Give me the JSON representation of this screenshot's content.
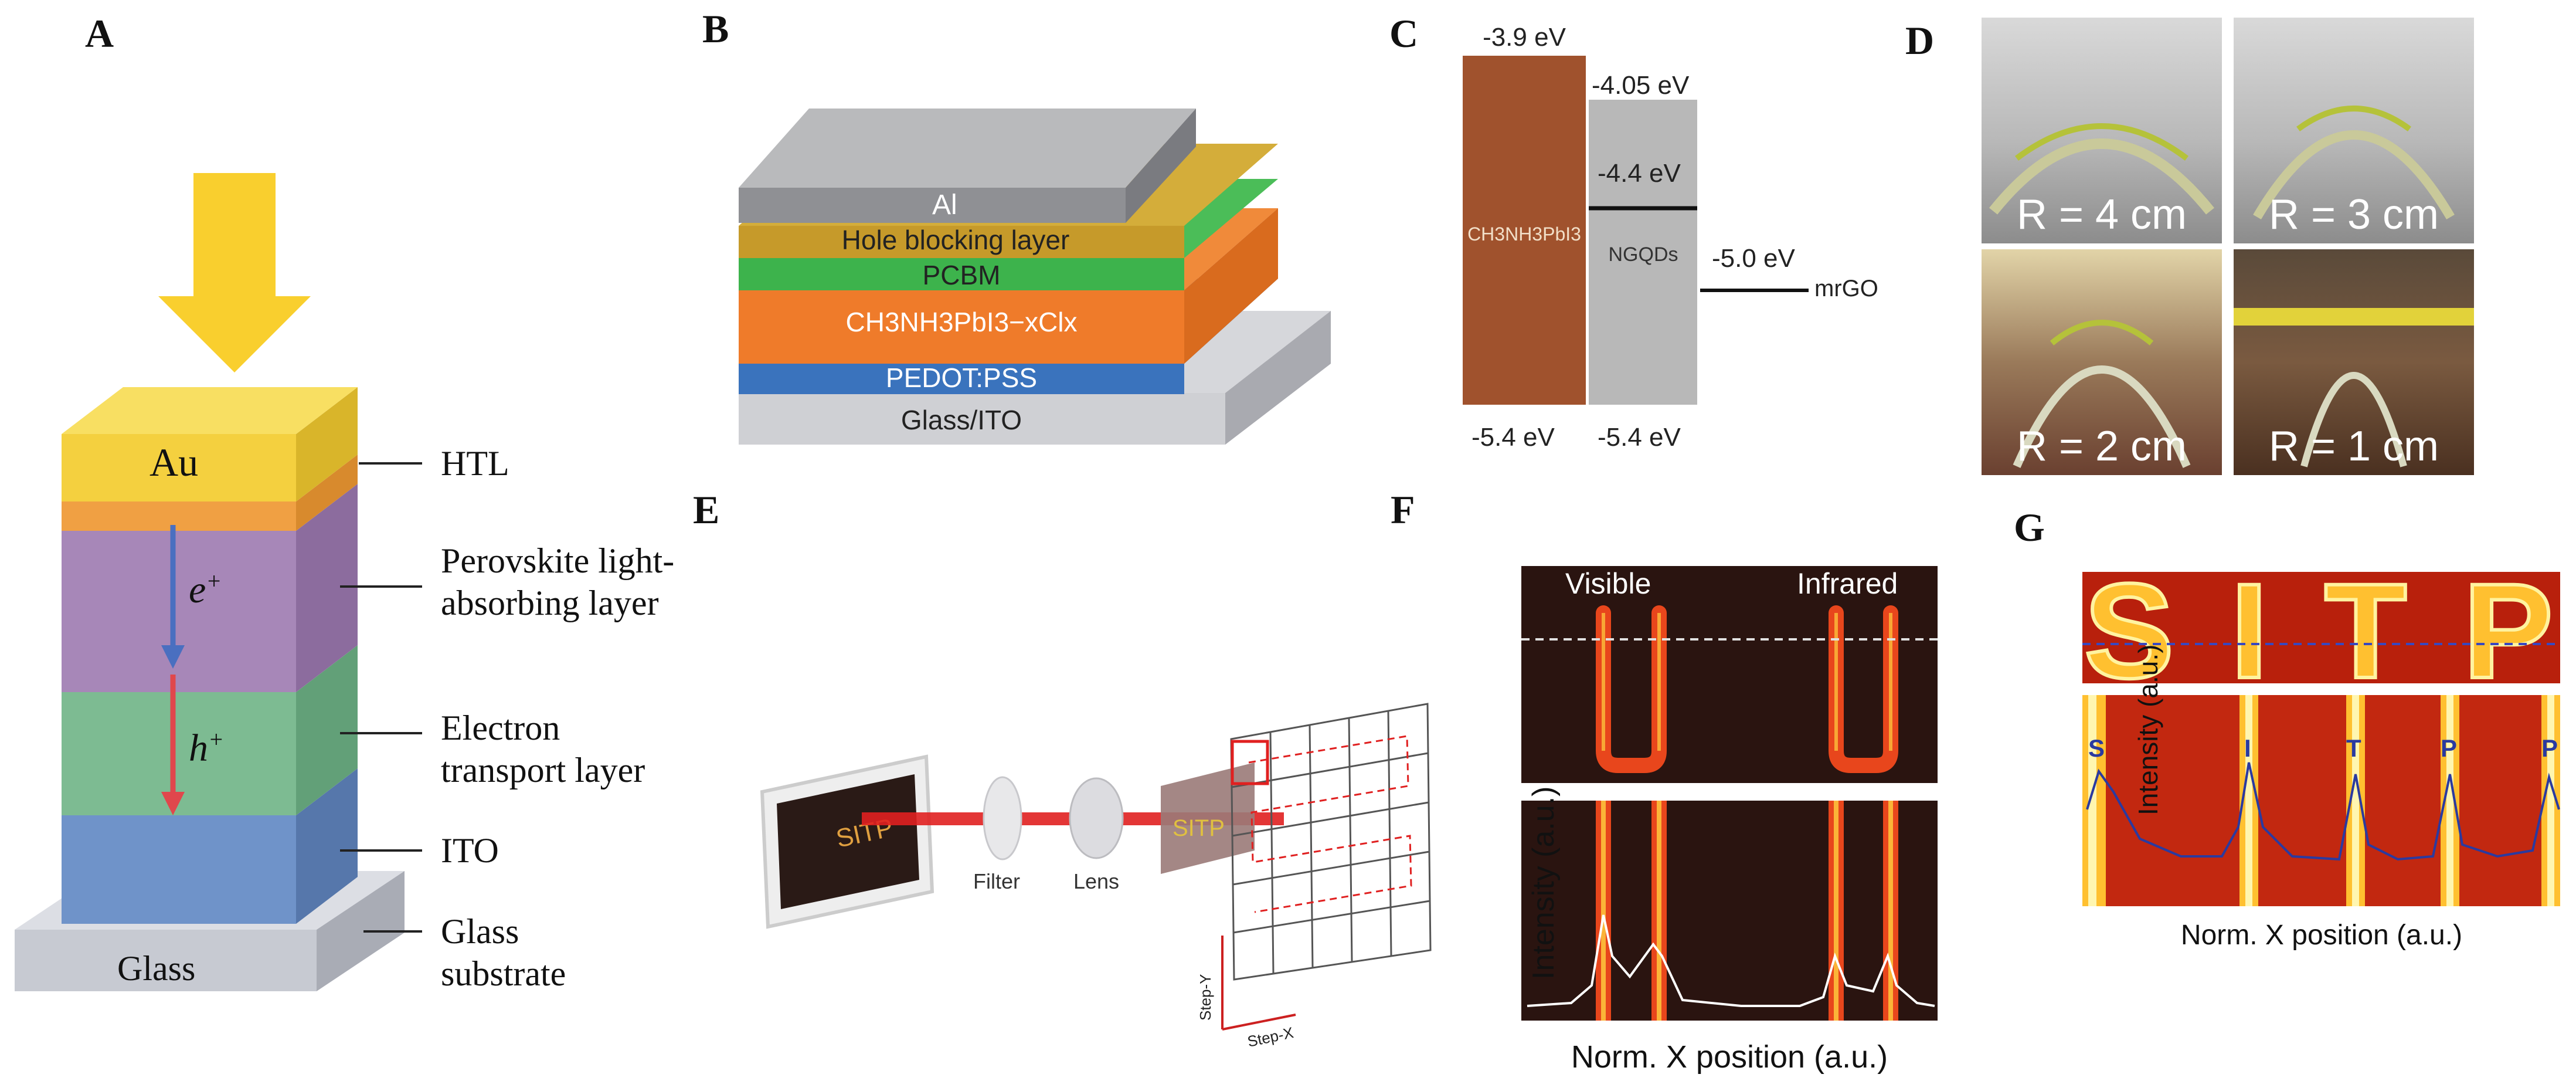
{
  "panels": {
    "A": {
      "label": "A",
      "top_layer": "Au",
      "carrier_e": "e",
      "carrier_h": "h",
      "carrier_sign": "+",
      "base": "Glass",
      "layers": [
        "HTL",
        "Perovskite light-absorbing layer",
        "Electron transport layer",
        "ITO",
        "Glass substrate"
      ]
    },
    "B": {
      "label": "B",
      "layers": [
        "Al",
        "Hole blocking layer",
        "PCBM",
        "CH3NH3PbI3−xClx",
        "PEDOT:PSS",
        "Glass/ITO"
      ]
    },
    "C": {
      "label": "C",
      "levels": {
        "perov_top": "-3.9 eV",
        "ngqd_top": "-4.05 eV",
        "ngqd_mid": "-4.4 eV",
        "mrgo": "-5.0 eV",
        "perov_bottom": "-5.4 eV",
        "ngqd_bottom": "-5.4 eV"
      },
      "materials": {
        "perov": "CH3NH3PbI3",
        "ngqd": "NGQDs",
        "mrgo": "mrGO"
      }
    },
    "D": {
      "label": "D",
      "radii": [
        "R = 4 cm",
        "R = 3 cm",
        "R = 2 cm",
        "R = 1 cm"
      ]
    },
    "E": {
      "label": "E",
      "sample_text": "SITP",
      "filter": "Filter",
      "lens": "Lens",
      "step_y": "Step-Y",
      "step_x": "Step-X"
    },
    "F": {
      "label": "F",
      "visible": "Visible",
      "infrared": "Infrared",
      "ylabel": "Intensity (a.u.)",
      "xlabel": "Norm. X position (a.u.)"
    },
    "G": {
      "label": "G",
      "image_text": "SITP",
      "peaks": [
        "S",
        "I",
        "T",
        "P",
        "P"
      ],
      "ylabel": "Intensity (a.u.)",
      "xlabel": "Norm. X position (a.u.)"
    }
  },
  "colors": {
    "au": "#f4d03f",
    "htl": "#f0a043",
    "perovskite": "#a787b8",
    "etl": "#7dbb92",
    "ito": "#6f93c9",
    "glass": "#c7cad2",
    "arrow_sun": "#f9cf2e",
    "perov_band": "#a0522d",
    "ngqd_band": "#b8b8b8"
  }
}
